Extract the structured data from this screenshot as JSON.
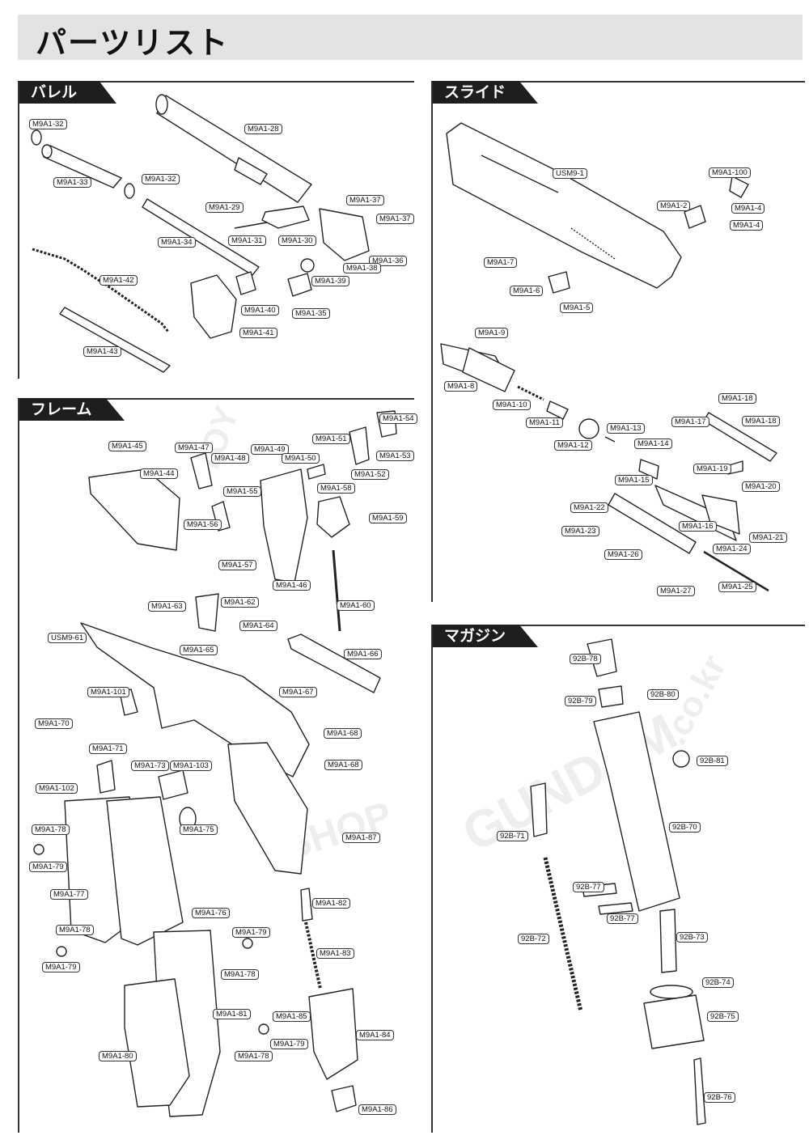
{
  "page": {
    "title": "パーツリスト"
  },
  "sections": {
    "barrel": "バレル",
    "slide": "スライド",
    "frame": "フレーム",
    "magazine": "マガジン"
  },
  "watermark": {
    "brand": "GUNDAM",
    "domain": ".co.kr",
    "shop": "SHOP",
    "arc": "TOY"
  },
  "barrel_parts": [
    "M9A1-32",
    "M9A1-33",
    "M9A1-32",
    "M9A1-28",
    "M9A1-29",
    "M9A1-37",
    "M9A1-37",
    "M9A1-31",
    "M9A1-30",
    "M9A1-34",
    "M9A1-36",
    "M9A1-38",
    "M9A1-39",
    "M9A1-42",
    "M9A1-40",
    "M9A1-35",
    "M9A1-41",
    "M9A1-43"
  ],
  "slide_parts": [
    "USM9-1",
    "M9A1-100",
    "M9A1-2",
    "M9A1-4",
    "M9A1-4",
    "M9A1-7",
    "M9A1-6",
    "M9A1-5",
    "M9A1-9",
    "M9A1-8",
    "M9A1-10",
    "M9A1-11",
    "M9A1-13",
    "M9A1-12",
    "M9A1-14",
    "M9A1-15",
    "M9A1-18",
    "M9A1-17",
    "M9A1-18",
    "M9A1-19",
    "M9A1-20",
    "M9A1-22",
    "M9A1-16",
    "M9A1-21",
    "M9A1-23",
    "M9A1-26",
    "M9A1-24",
    "M9A1-27",
    "M9A1-25"
  ],
  "frame_parts": [
    "M9A1-54",
    "M9A1-45",
    "M9A1-47",
    "M9A1-49",
    "M9A1-51",
    "M9A1-53",
    "M9A1-48",
    "M9A1-50",
    "M9A1-44",
    "M9A1-52",
    "M9A1-55",
    "M9A1-58",
    "M9A1-59",
    "M9A1-56",
    "M9A1-57",
    "M9A1-46",
    "M9A1-60",
    "M9A1-63",
    "M9A1-62",
    "M9A1-64",
    "USM9-61",
    "M9A1-65",
    "M9A1-66",
    "M9A1-101",
    "M9A1-67",
    "M9A1-70",
    "M9A1-68",
    "M9A1-71",
    "M9A1-73",
    "M9A1-103",
    "M9A1-68",
    "M9A1-102",
    "M9A1-75",
    "M9A1-78",
    "M9A1-87",
    "M9A1-79",
    "M9A1-77",
    "M9A1-76",
    "M9A1-82",
    "M9A1-78",
    "M9A1-79",
    "M9A1-83",
    "M9A1-79",
    "M9A1-78",
    "M9A1-81",
    "M9A1-85",
    "M9A1-84",
    "M9A1-80",
    "M9A1-79",
    "M9A1-78",
    "M9A1-86"
  ],
  "magazine_parts": [
    "92B-78",
    "92B-79",
    "92B-80",
    "92B-81",
    "92B-71",
    "92B-70",
    "92B-77",
    "92B-77",
    "92B-72",
    "92B-73",
    "92B-74",
    "92B-75",
    "92B-76"
  ]
}
